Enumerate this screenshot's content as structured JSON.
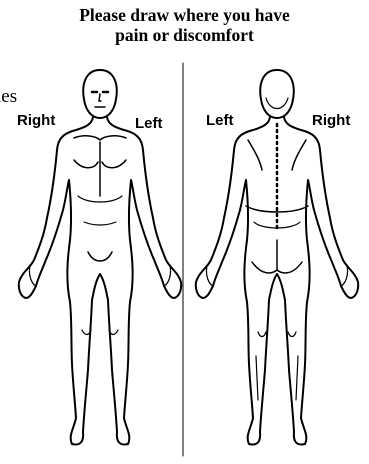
{
  "heading": {
    "line1": "Please draw where you have",
    "line2": "pain or discomfort"
  },
  "stray_text": "les",
  "front_view": {
    "label_right": "Right",
    "label_left": "Left"
  },
  "back_view": {
    "label_left": "Left",
    "label_right": "Right"
  }
}
